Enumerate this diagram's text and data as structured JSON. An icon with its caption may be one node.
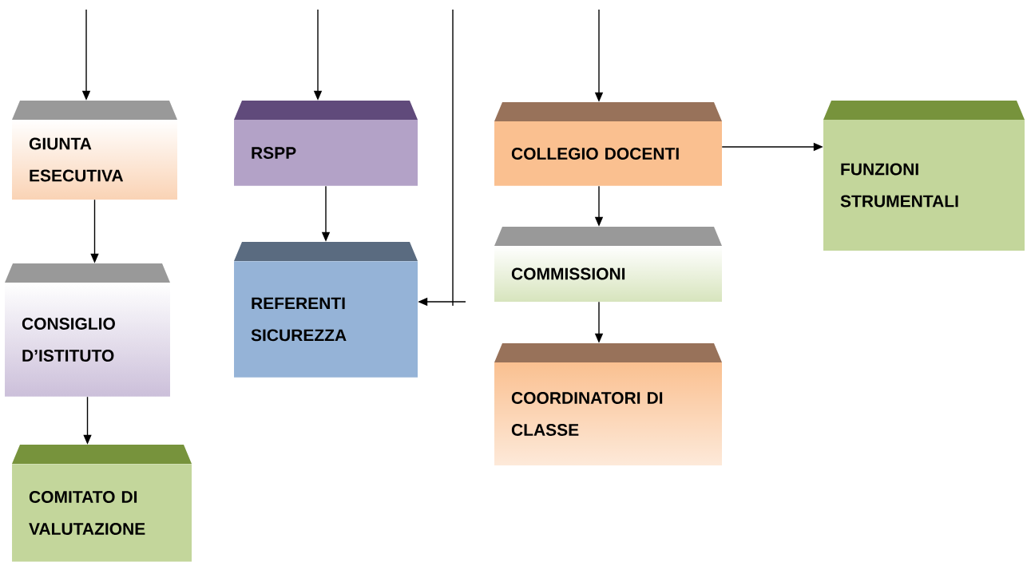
{
  "diagram": {
    "nodes": [
      {
        "text": [
          "GIUNTA ESECUTIVA"
        ]
      },
      {
        "text": [
          "CONSIGLIO D’ISTITUTO"
        ]
      },
      {
        "text": [
          "COMITATO DI VALUTAZIONE"
        ]
      },
      {
        "text": [
          "RSPP"
        ]
      },
      {
        "text": [
          "REFERENTI SICUREZZA"
        ]
      },
      {
        "text": [
          "COLLEGIO DOCENTI"
        ]
      },
      {
        "text": [
          "FUNZIONI STRUMENTALI"
        ]
      },
      {
        "text": [
          "COMMISSIONI"
        ]
      },
      {
        "text": [
          "COORDINATORI DI CLASSE"
        ]
      }
    ],
    "edges": [
      {
        "from": null,
        "to": 0,
        "arrow": "to"
      },
      {
        "from": null,
        "to": 3,
        "arrow": "to"
      },
      {
        "from": null,
        "to": 4,
        "arrow": "to"
      },
      {
        "from": null,
        "to": 5,
        "arrow": "to"
      },
      {
        "from": 0,
        "to": 1,
        "arrow": "to"
      },
      {
        "from": 1,
        "to": 2,
        "arrow": "to"
      },
      {
        "from": 3,
        "to": 4,
        "arrow": "to"
      },
      {
        "from": 5,
        "to": 6,
        "arrow": "to"
      },
      {
        "from": 5,
        "to": 7,
        "arrow": "to"
      },
      {
        "from": 7,
        "to": 8,
        "arrow": "to"
      }
    ]
  }
}
